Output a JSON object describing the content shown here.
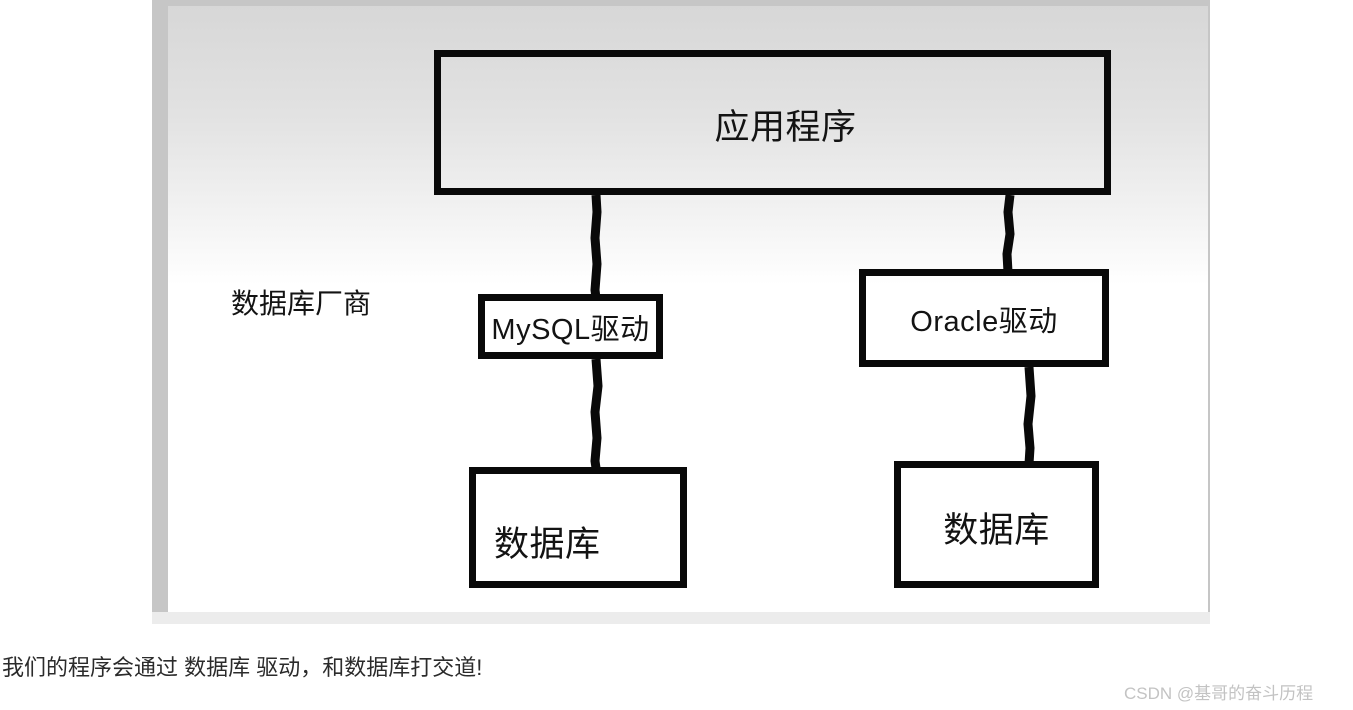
{
  "diagram": {
    "title_label": "应用程序",
    "vendor_label": "数据库厂商",
    "boxes": {
      "application": "应用程序",
      "mysql_driver": "MySQL驱动",
      "oracle_driver": "Oracle驱动",
      "database_left": "数据库",
      "database_right": "数据库"
    },
    "stroke_color": "#090909",
    "text_color": "#131313"
  },
  "caption": {
    "text": "我们的程序会通过 数据库 驱动，和数据库打交道!",
    "color": "#2b2b2b"
  },
  "watermark": {
    "text": "CSDN @基哥的奋斗历程",
    "color": "#c3c3c3"
  }
}
